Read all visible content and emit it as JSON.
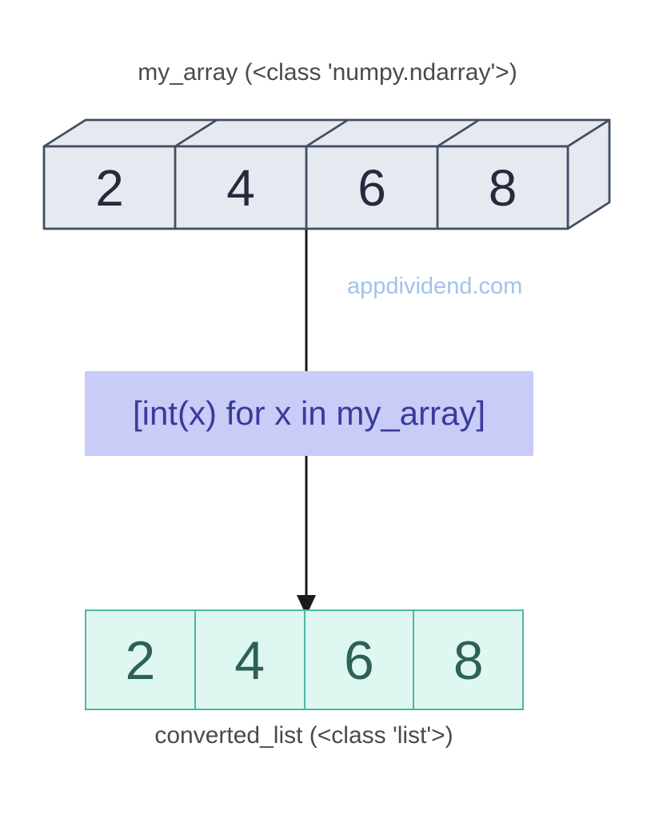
{
  "ndarray": {
    "title": "my_array (<class 'numpy.ndarray'>)",
    "values": [
      "2",
      "4",
      "6",
      "8"
    ],
    "fill_color": "#e6e9ef",
    "stroke_color": "#414e63",
    "value_color": "#232b3d"
  },
  "arrow": {
    "color": "#1a1a1a"
  },
  "watermark": {
    "text": "appdividend.com",
    "color": "#a2c3e9"
  },
  "code_box": {
    "code": "[int(x) for x in my_array]",
    "background_color": "#c8ccf6",
    "text_color": "#3a3a9d"
  },
  "list": {
    "title": "converted_list (<class 'list'>)",
    "values": [
      "2",
      "4",
      "6",
      "8"
    ],
    "fill_color": "#def7f0",
    "stroke_color": "#4eb7a5",
    "value_color": "#2e6156"
  },
  "label_color": "#4a4a4a"
}
